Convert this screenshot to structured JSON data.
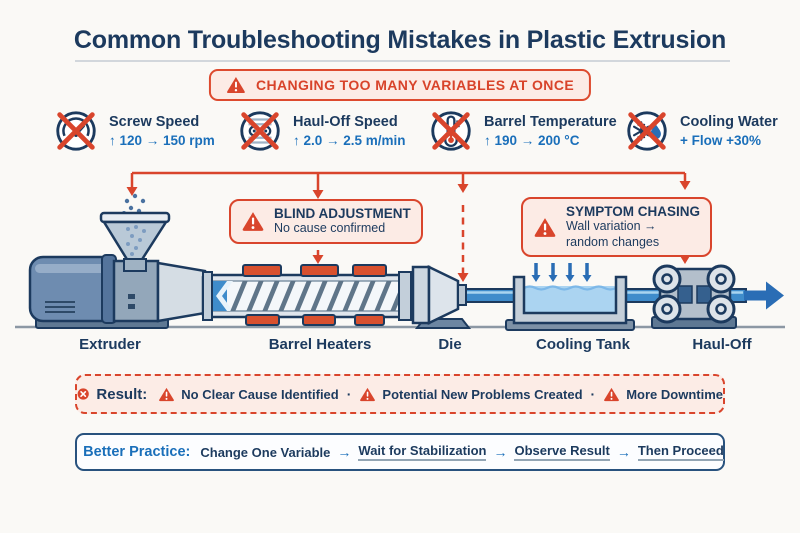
{
  "title": "Common Troubleshooting Mistakes in Plastic Extrusion",
  "banner": {
    "label": "CHANGING TOO MANY VARIABLES AT ONCE"
  },
  "variables": [
    {
      "name": "Screw Speed",
      "value": "↑ 120 → 150 rpm",
      "icon": "gauge-crossed-icon"
    },
    {
      "name": "Haul-Off Speed",
      "value": "↑ 2.0 → 2.5 m/min",
      "icon": "rollers-crossed-icon"
    },
    {
      "name": "Barrel Temperature",
      "value": "↑ 190 → 200 °C",
      "icon": "thermometer-crossed-icon"
    },
    {
      "name": "Cooling Water",
      "value": "+ Flow +30%",
      "icon": "snowflake-drop-crossed-icon"
    }
  ],
  "callouts": {
    "blind": {
      "title": "BLIND ADJUSTMENT",
      "body": "No cause confirmed"
    },
    "symptom": {
      "title": "SYMPTOM CHASING",
      "body_line1": "Wall variation →",
      "body_line2": "random changes"
    }
  },
  "machine": {
    "labels": [
      "Extruder",
      "Barrel Heaters",
      "Die",
      "Cooling Tank",
      "Haul-Off"
    ]
  },
  "result": {
    "label": "Result:",
    "items": [
      "No Clear Cause Identified",
      "Potential New Problems Created",
      "More Downtime"
    ],
    "separator": "·"
  },
  "better_practice": {
    "label": "Better Practice:",
    "steps": [
      "Change One Variable",
      "Wait for Stabilization",
      "Observe Result",
      "Then Proceed"
    ],
    "arrow": "→"
  },
  "colors": {
    "navy": "#1c3a5e",
    "red": "#d9452c",
    "blue": "#1a6fba",
    "pink_bg": "#fcebe5",
    "heater_orange": "#d8502e",
    "water_blue": "#abd4f1"
  }
}
